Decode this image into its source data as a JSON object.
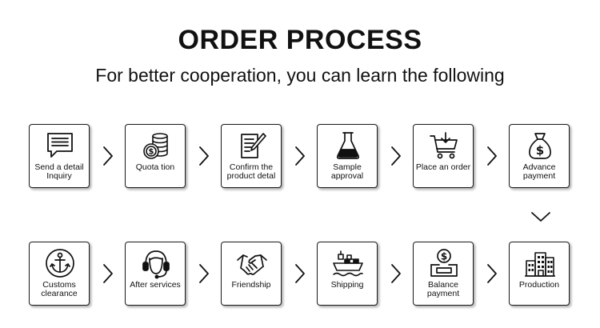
{
  "title": "ORDER PROCESS",
  "subtitle": "For better cooperation, you can learn the following",
  "row1": [
    {
      "label": "Send a detail Inquiry",
      "icon": "chat-document-icon"
    },
    {
      "label": "Quota tion",
      "icon": "coins-icon"
    },
    {
      "label": "Confirm the product detal",
      "icon": "document-pen-icon"
    },
    {
      "label": "Sample approval",
      "icon": "flask-icon"
    },
    {
      "label": "Place an order",
      "icon": "shopping-cart-icon"
    },
    {
      "label": "Advance payment",
      "icon": "money-bag-icon"
    }
  ],
  "row2": [
    {
      "label": "Customs clearance",
      "icon": "anchor-icon"
    },
    {
      "label": "After services",
      "icon": "headset-agent-icon"
    },
    {
      "label": "Friendship",
      "icon": "handshake-icon"
    },
    {
      "label": "Shipping",
      "icon": "cargo-ship-icon"
    },
    {
      "label": "Balance payment",
      "icon": "payment-box-icon"
    },
    {
      "label": "Production",
      "icon": "factory-buildings-icon"
    }
  ]
}
